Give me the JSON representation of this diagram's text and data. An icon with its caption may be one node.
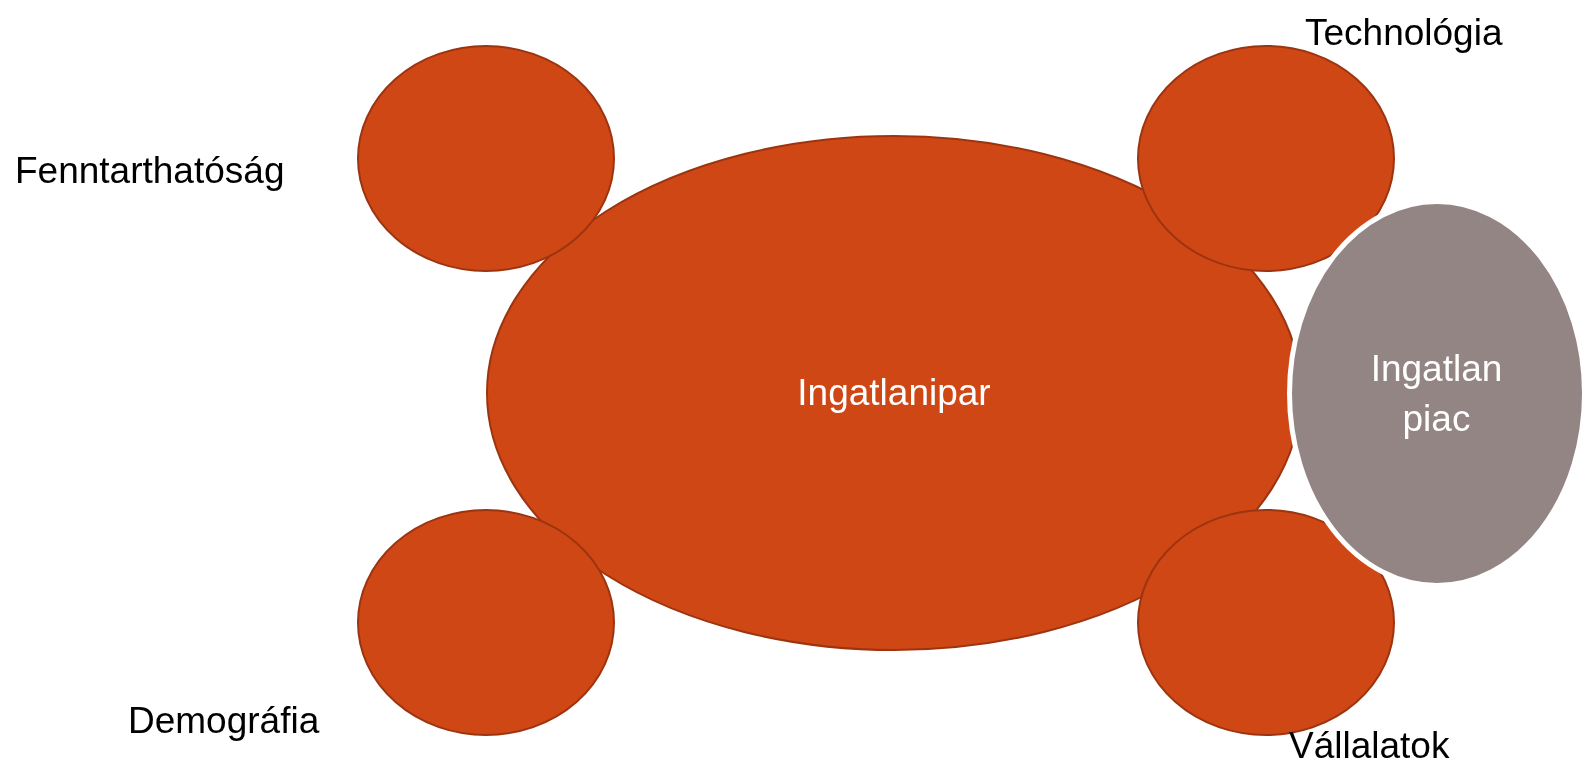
{
  "diagram": {
    "nodes": [
      {
        "text": [
          "Fenntarthatóság"
        ]
      },
      {
        "text": [
          "Technológia"
        ]
      },
      {
        "text": [
          "Ingatlanipar"
        ]
      },
      {
        "text": [
          "Ingatlan piac"
        ]
      },
      {
        "text": [
          "Demográfia"
        ]
      },
      {
        "text": [
          "Vállalatok"
        ]
      }
    ]
  }
}
